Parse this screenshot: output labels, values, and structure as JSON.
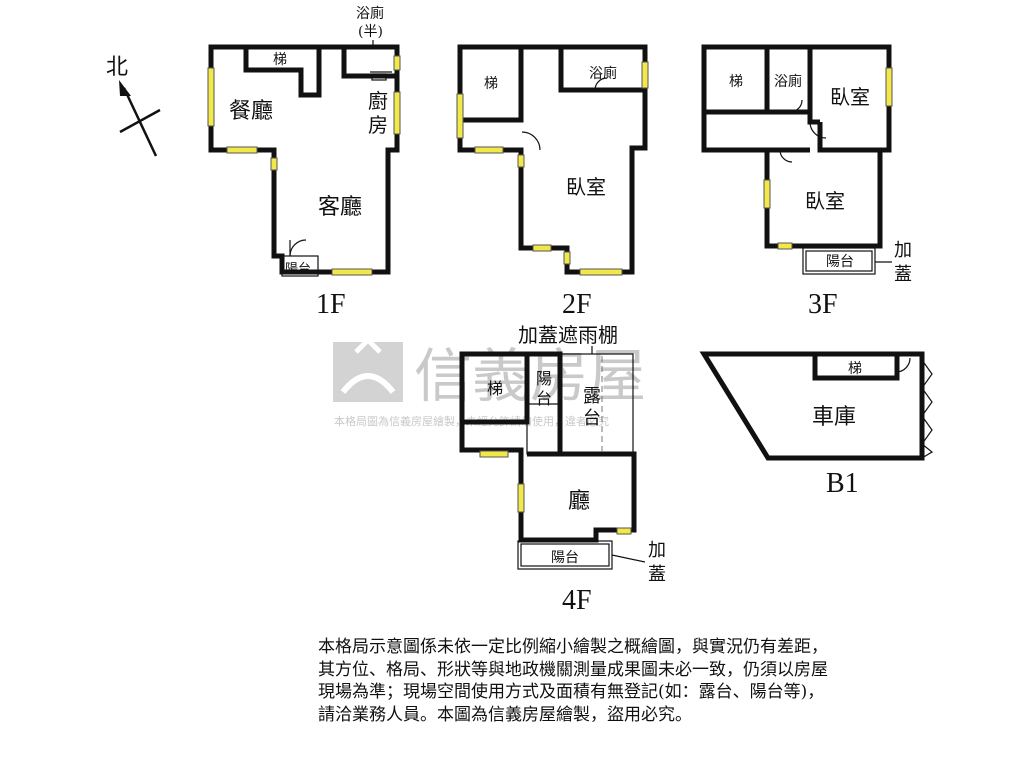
{
  "compass": {
    "north_label": "北"
  },
  "floors": {
    "f1": {
      "label": "1F",
      "rooms": {
        "stairs": "梯",
        "dining": "餐廳",
        "kitchen": "廚房",
        "bath_half": "浴廁",
        "bath_half_note": "(半)",
        "living": "客廳",
        "balcony": "陽台"
      }
    },
    "f2": {
      "label": "2F",
      "rooms": {
        "stairs": "梯",
        "bath": "浴廁",
        "bedroom": "臥室"
      }
    },
    "f3": {
      "label": "3F",
      "rooms": {
        "stairs": "梯",
        "bath": "浴廁",
        "bedroom_a": "臥室",
        "bedroom_b": "臥室",
        "balcony": "陽台"
      },
      "annotation": "加蓋"
    },
    "f4": {
      "label": "4F",
      "rooms": {
        "stairs": "梯",
        "balcony_top": "陽台",
        "terrace": "露台",
        "hall": "廳",
        "balcony_bottom": "陽台"
      },
      "annotation_top": "加蓋遮雨棚",
      "annotation": "加蓋"
    },
    "b1": {
      "label": "B1",
      "rooms": {
        "stairs": "梯",
        "garage": "車庫"
      }
    }
  },
  "watermark": {
    "brand": "信義房屋",
    "tagline": "本格局圖為信義房屋繪製，未經允許請勿使用，違者必究"
  },
  "disclaimer": "本格局示意圖係未依一定比例縮小繪製之概繪圖，與實況仍有差距，其方位、格局、形狀等與地政機關測量成果圖未必一致，仍須以房屋現場為準；現場空間使用方式及面積有無登記(如：露台、陽台等)，請洽業務人員。本圖為信義房屋繪製，盜用必究。"
}
